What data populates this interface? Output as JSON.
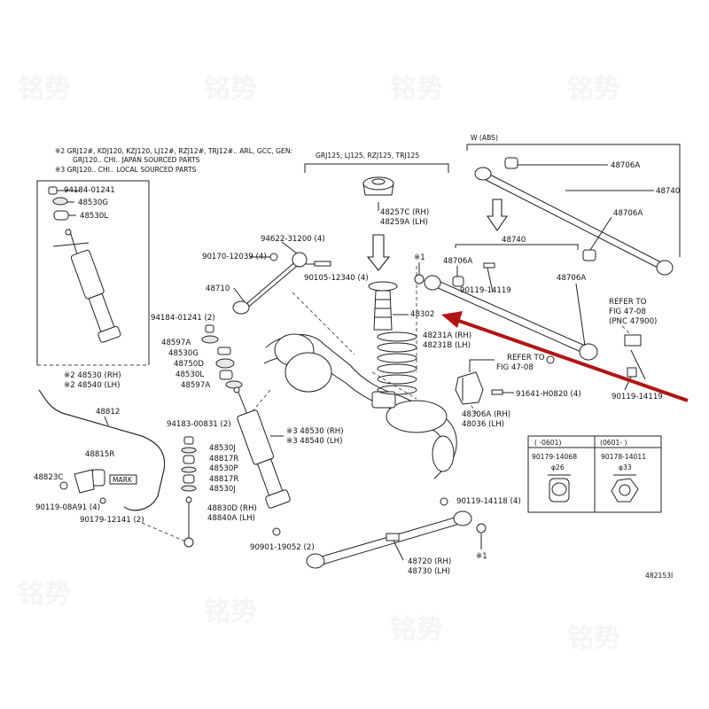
{
  "notes": {
    "n2": "※2  GRJ12#, KDJ120, KZJ120, LJ12#, RZJ12#, TRJ12#.. ARL, GCC, GEN:",
    "n2b": "GRJ120.. CHI.. JAPAN SOURCED PARTS",
    "n3": "※3  GRJ120.. CHI.. LOCAL SOURCED PARTS"
  },
  "header_models": "GRJ125, LJ125, RZJ125, TRJ125",
  "header_abs": "W (ABS)",
  "labels": {
    "p94184_top": "94184-01241",
    "p48530G_top": "48530G",
    "p48530L_top": "48530L",
    "p48530rh_left": "※2 48530 (RH)",
    "p48540lh_left": "※2 48540 (LH)",
    "p94622": "94622-31200 (4)",
    "p90170": "90170-12039 (4)",
    "p90105": "90105-12340 (4)",
    "p48710": "48710",
    "p94184_mid": "94184-01241 (2)",
    "p48597A_1": "48597A",
    "p48530G_mid": "48530G",
    "p48750D": "48750D",
    "p48530L_mid": "48530L",
    "p48597A_2": "48597A",
    "p48257C": "48257C (RH)",
    "p48259A": "48259A (LH)",
    "p48302": "48302",
    "p48231A": "48231A (RH)",
    "p48231B": "48231B (LH)",
    "star1_a": "※1",
    "p48706A_mid": "48706A",
    "p90119_14119_a": "90119-14119",
    "p48740_mid": "48740",
    "p48706A_r": "48706A",
    "p48706A_top": "48706A",
    "p48740_top": "48740",
    "p48706A_top2": "48706A",
    "refer1a": "REFER TO",
    "refer1b": "FIG 47-08",
    "refer1c": "(PNC 47900)",
    "refer2a": "REFER TO",
    "refer2b": "FIG 47-08",
    "p91641": "91641-H0820 (4)",
    "p48306A": "48306A (RH)",
    "p48036": "48036 (LH)",
    "p90119_14119_b": "90119-14119",
    "p48812": "48812",
    "p48815R": "48815R",
    "mark": "MARK",
    "p48823C": "48823C",
    "p90119_08A91": "90119-08A91 (4)",
    "p90179_12141": "90179-12141 (2)",
    "p94183": "94183-00831 (2)",
    "p48530J_1": "48530J",
    "p48817R_1": "48817R",
    "p48530P": "48530P",
    "p48817R_2": "48817R",
    "p48530J_2": "48530J",
    "p48830D": "48830D (RH)",
    "p48840A": "48840A (LH)",
    "p48530_3": "※3 48530 (RH)",
    "p48540_3": "※3 48540 (LH)",
    "p90901": "90901-19052 (2)",
    "p90119_14118": "90119-14118 (4)",
    "p48720": "48720 (RH)",
    "p48730": "48730 (LH)",
    "star1_b": "※1",
    "fig_id": "482153I"
  },
  "inset": {
    "col1_range": "(     -0601)",
    "col2_range": "(0601-       )",
    "col1_part": "90179-14068",
    "col2_part": "90178-14011",
    "col1_size": "φ26",
    "col2_size": "φ33"
  },
  "colors": {
    "arrow": "#b01515",
    "line": "#222222"
  },
  "watermark": "铭势"
}
